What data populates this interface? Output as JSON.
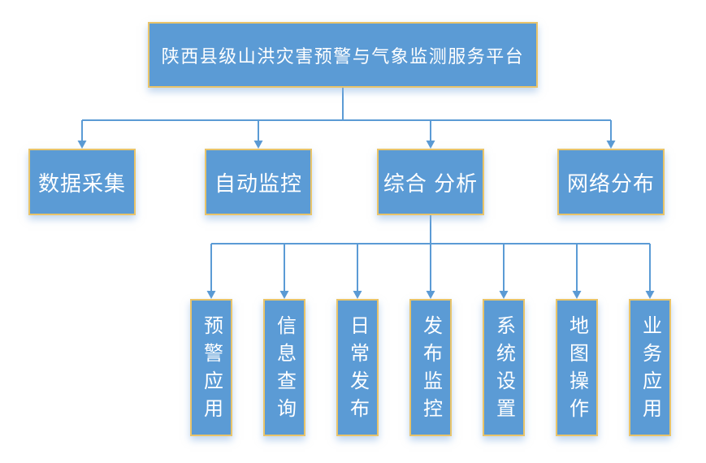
{
  "diagram": {
    "type": "org-chart",
    "root": {
      "label": "陕西县级山洪灾害预警与气象监测服务平台",
      "children": [
        {
          "label": "数据采集",
          "children": []
        },
        {
          "label": "自动监控",
          "children": []
        },
        {
          "label": "综合 分析",
          "children": [
            {
              "label": "预警应用"
            },
            {
              "label": "信息查询"
            },
            {
              "label": "日常发布"
            },
            {
              "label": "发布监控"
            },
            {
              "label": "系统设置"
            },
            {
              "label": "地图操作"
            },
            {
              "label": "业务应用"
            }
          ]
        },
        {
          "label": "网络分布",
          "children": []
        }
      ]
    }
  },
  "colors": {
    "canvas_bg": "#FFFFFF",
    "box_fill": "#5B9BD5",
    "box_border": "#E9C46A",
    "connector_line": "#5B9BD5",
    "text": "#FFFFFF",
    "shadow": "rgba(141,180,226,0.55)"
  }
}
